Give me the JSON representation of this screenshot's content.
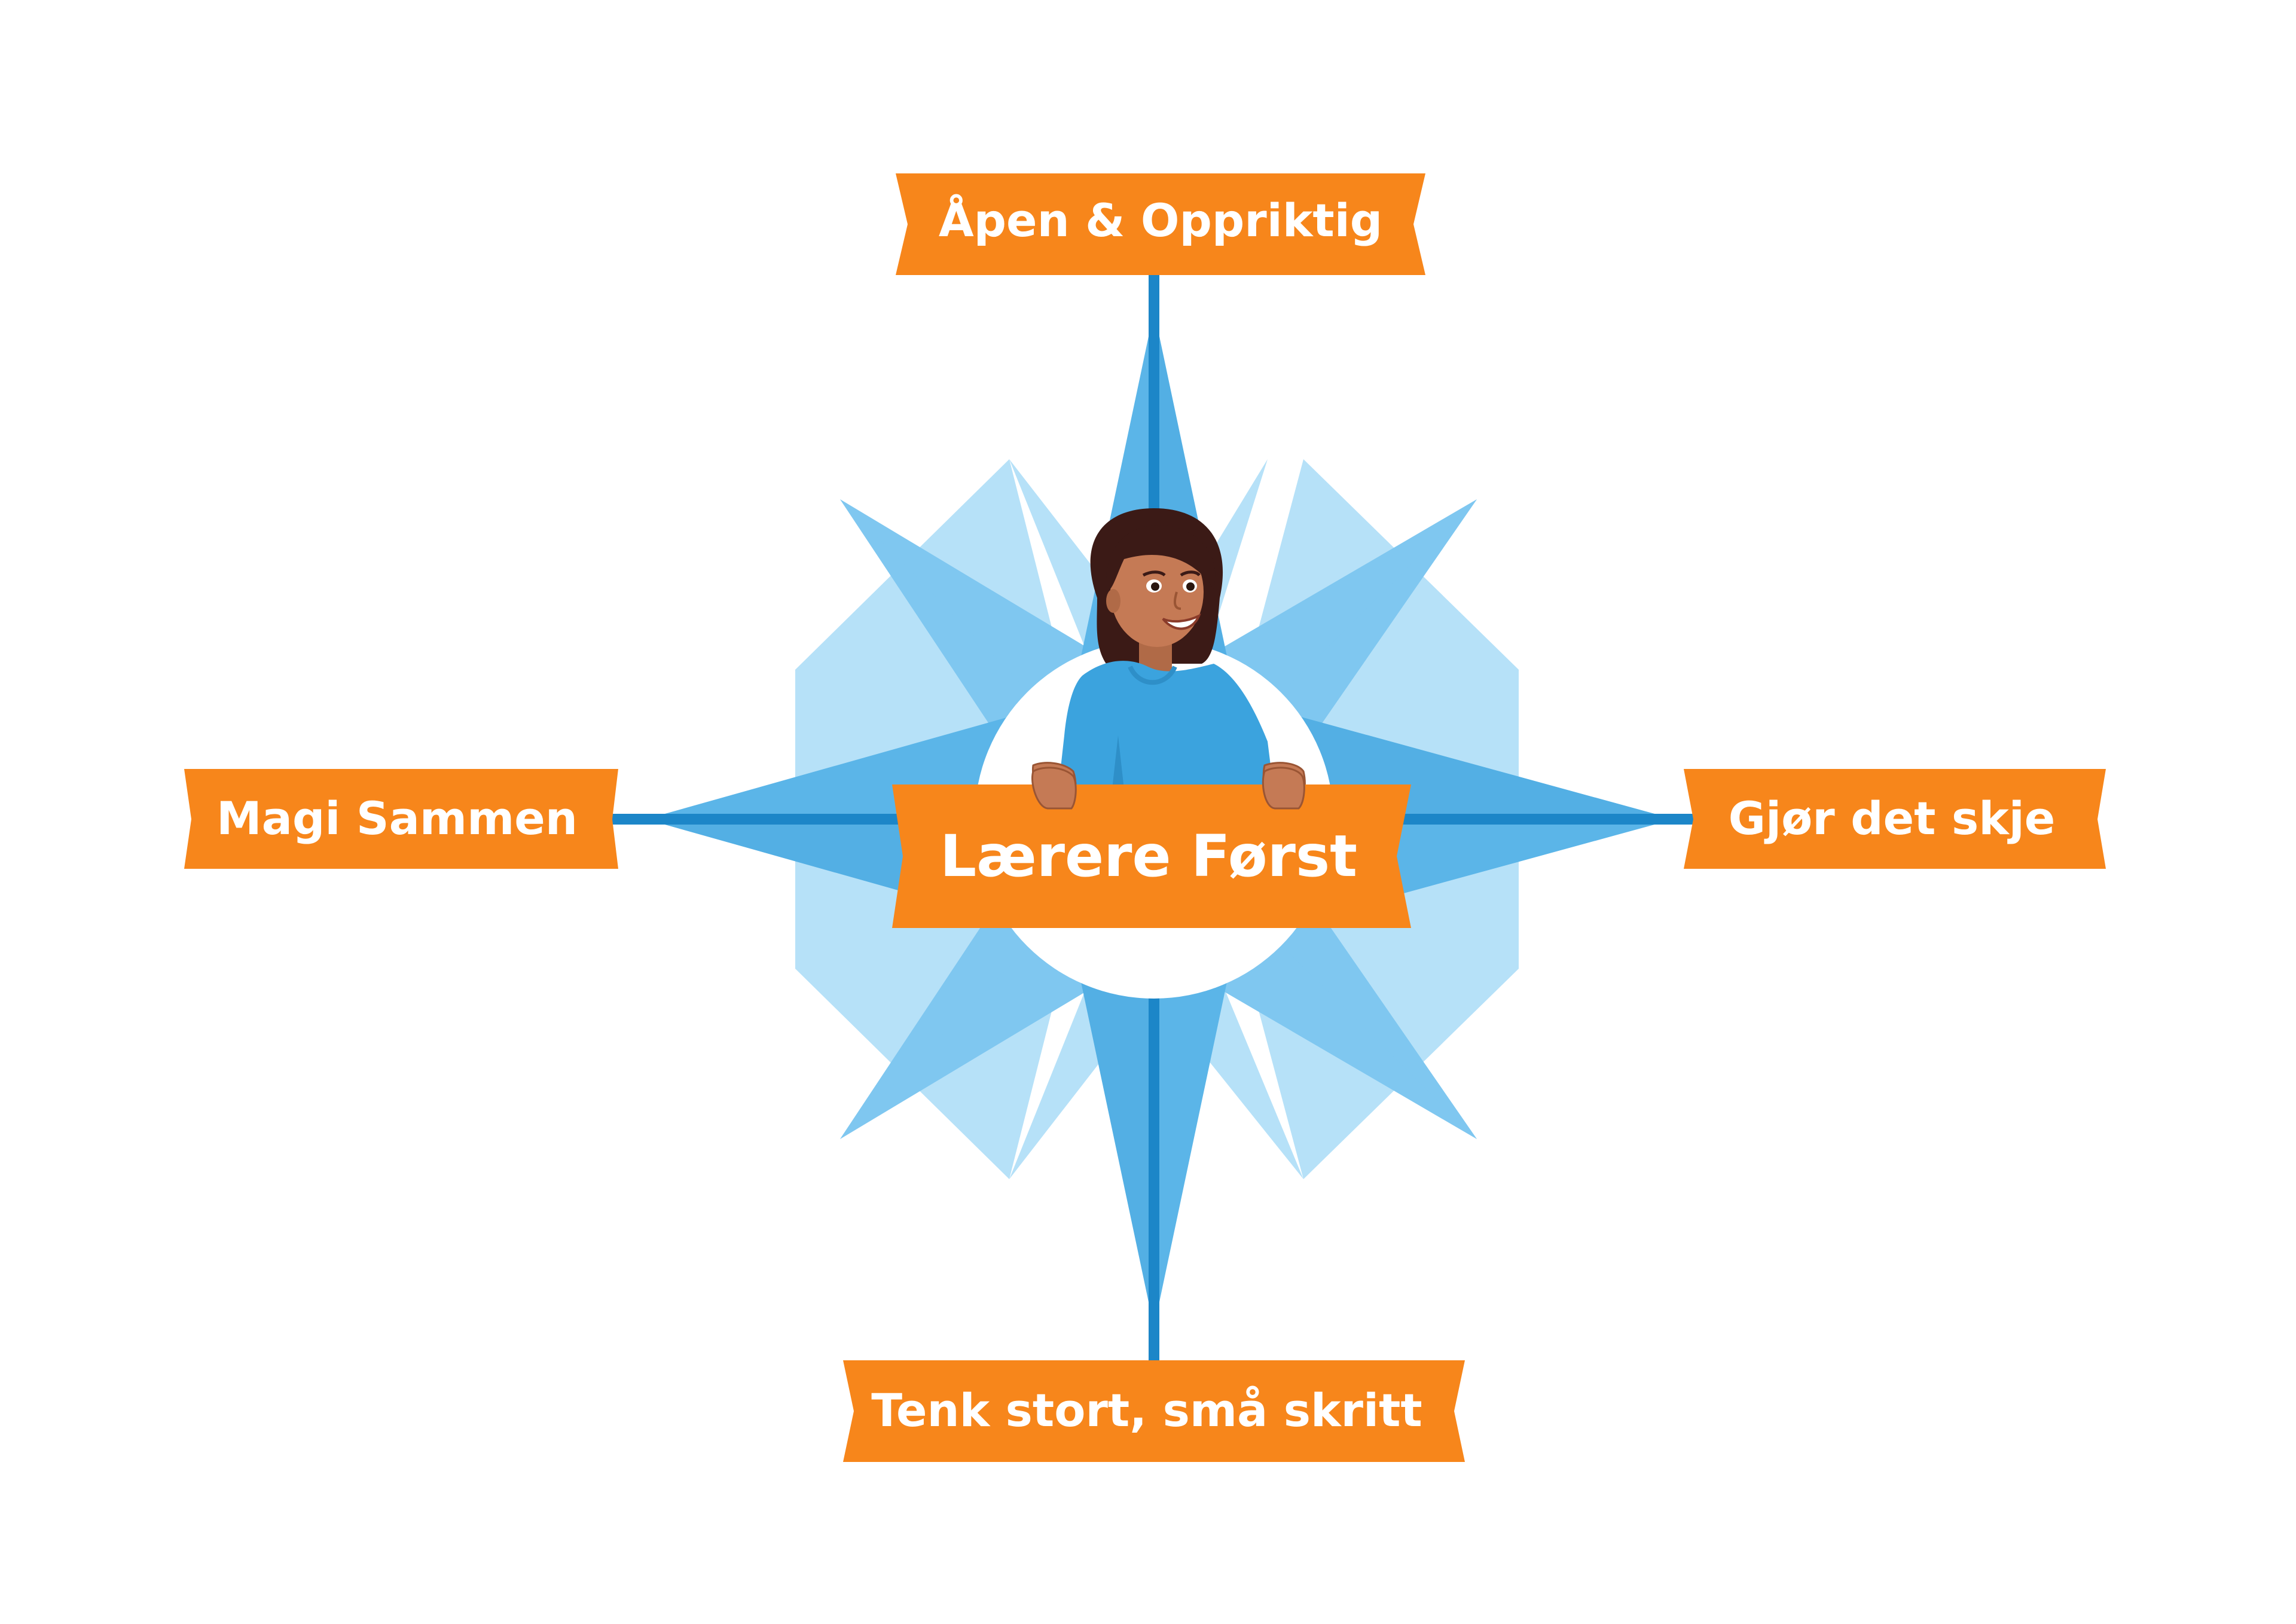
{
  "center": {
    "label": "Lærere Først"
  },
  "directions": {
    "north": {
      "label": "Åpen & Oppriktig"
    },
    "west": {
      "label": "Magi Sammen"
    },
    "east": {
      "label": "Gjør det skje"
    },
    "south": {
      "label": "Tenk stort, små skritt"
    }
  },
  "colors": {
    "banner": "#F7861B",
    "banner_shade": "#E8740E",
    "star_dark": "#5BB5E8",
    "star_mid": "#7FC7F0",
    "star_light": "#B6E1F8",
    "axis": "#1C86C8",
    "shirt": "#3BA3DE",
    "skin": "#C57A55",
    "hair": "#3B1A16"
  },
  "icons": {
    "center": "teacher-avatar-icon",
    "background": "compass-star-icon"
  }
}
